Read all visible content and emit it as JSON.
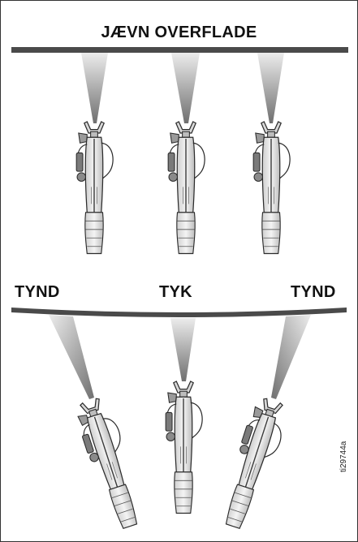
{
  "title": "JÆVN OVERFLADE",
  "bottom_labels": {
    "left": "TYND",
    "center": "TYK",
    "right": "TYND"
  },
  "figure_code": "ti29744a",
  "colors": {
    "surface": "#4a4a4a",
    "spray_dark": "#7d7d7d",
    "spray_light": "#e6e6e6",
    "gun_outline": "#2b2b2b"
  }
}
